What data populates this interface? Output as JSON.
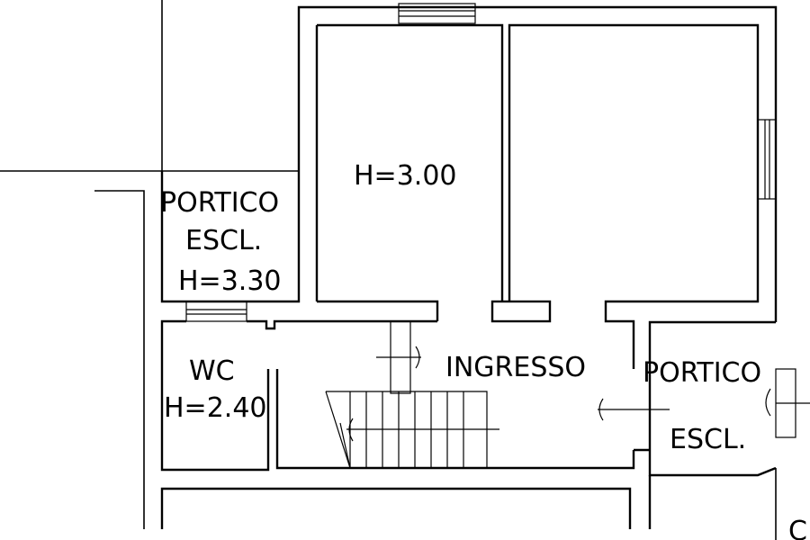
{
  "labels": {
    "room_height": "H=3.00",
    "portico_left_title": "PORTICO",
    "portico_left_sub": "ESCL.",
    "portico_left_height": "H=3.30",
    "wc_title": "WC",
    "wc_height": "H=2.40",
    "ingresso": "INGRESSO",
    "portico_right_title": "PORTICO",
    "portico_right_sub": "ESCL.",
    "edge_fragment": "C"
  },
  "colors": {
    "line": "#000000",
    "background": "#ffffff"
  }
}
